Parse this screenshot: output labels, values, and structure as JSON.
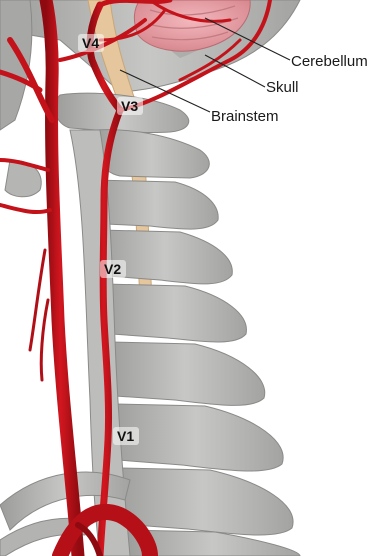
{
  "labels": {
    "cerebellum": "Cerebellum",
    "skull": "Skull",
    "brainstem": "Brainstem"
  },
  "segments": {
    "v1": "V1",
    "v2": "V2",
    "v3": "V3",
    "v4": "V4"
  },
  "colors": {
    "bone": "#b9b9b7",
    "bone_shadow": "#8f8f8d",
    "artery": "#c4121a",
    "artery_dark": "#8e0a10",
    "brain": "#e7a3a8",
    "brainstem": "#e7c89e",
    "leader": "#222222"
  }
}
